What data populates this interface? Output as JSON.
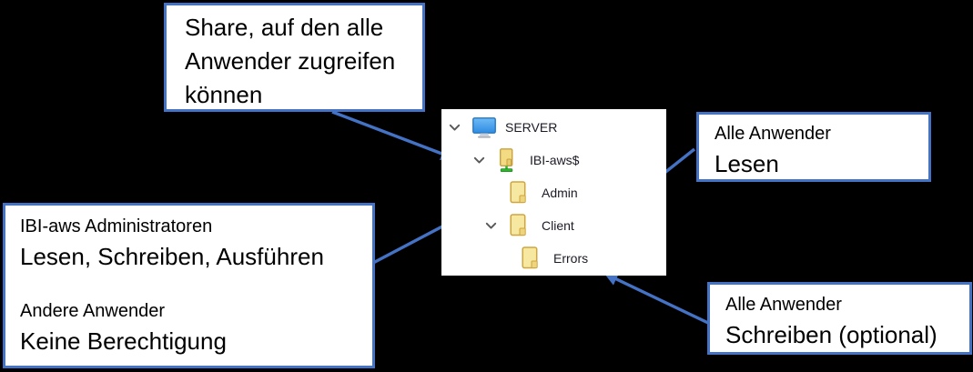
{
  "colors": {
    "accent": "#4472C4",
    "background": "#000000",
    "panel_background": "#FFFFFF",
    "tree_text": "#1B1B26"
  },
  "callouts": {
    "share": {
      "text": "Share, auf den alle Anwender zugreifen können"
    },
    "admin_permissions": {
      "groups": [
        {
          "title": "IBI-aws Administratoren",
          "value": "Lesen, Schreiben, Ausführen"
        },
        {
          "title": "Andere Anwender",
          "value": "Keine Berechtigung"
        }
      ]
    },
    "client_permissions": {
      "title": "Alle Anwender",
      "value": "Lesen"
    },
    "errors_permissions": {
      "title": "Alle Anwender",
      "value": "Schreiben (optional)"
    }
  },
  "tree": {
    "items": [
      {
        "label": "SERVER",
        "icon": "computer-icon",
        "level": 0,
        "expanded": true
      },
      {
        "label": "IBI-aws$",
        "icon": "shared-folder-icon",
        "level": 1,
        "expanded": true
      },
      {
        "label": "Admin",
        "icon": "folder-icon",
        "level": 2,
        "expanded": false
      },
      {
        "label": "Client",
        "icon": "folder-icon",
        "level": 2,
        "expanded": true
      },
      {
        "label": "Errors",
        "icon": "folder-icon",
        "level": 3,
        "expanded": false
      }
    ]
  }
}
